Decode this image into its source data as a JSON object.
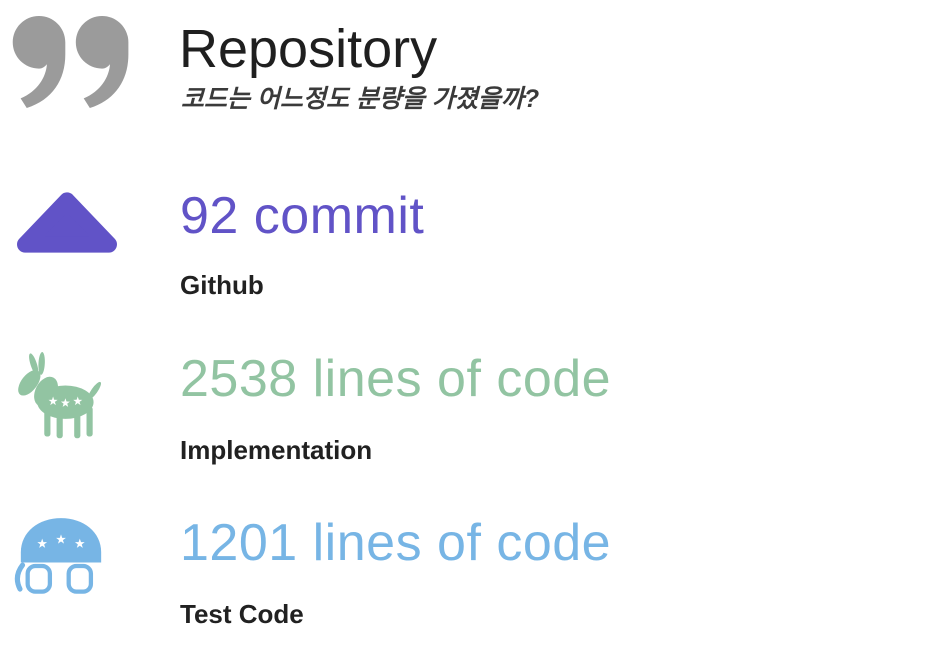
{
  "header": {
    "title": "Repository",
    "subtitle": "코드는 어느정도 분량을 가졌을까?",
    "quote_icon": "quote-icon"
  },
  "stats": [
    {
      "value": "92 commit",
      "label": "Github",
      "icon": "triangle-icon",
      "color": "#6153c7"
    },
    {
      "value": "2538 lines of code",
      "label": "Implementation",
      "icon": "donkey-icon",
      "color": "#92c4a2"
    },
    {
      "value": "1201 lines of code",
      "label": "Test Code",
      "icon": "elephant-icon",
      "color": "#77b5e5"
    }
  ],
  "colors": {
    "background": "#ffffff",
    "title_text": "#1f1f1f",
    "label_text": "#212121",
    "quote_icon": "#9b9b9b",
    "commit_accent": "#6153c7",
    "implementation_accent": "#92c4a2",
    "test_accent": "#77b5e5",
    "star": "#ffffff"
  }
}
